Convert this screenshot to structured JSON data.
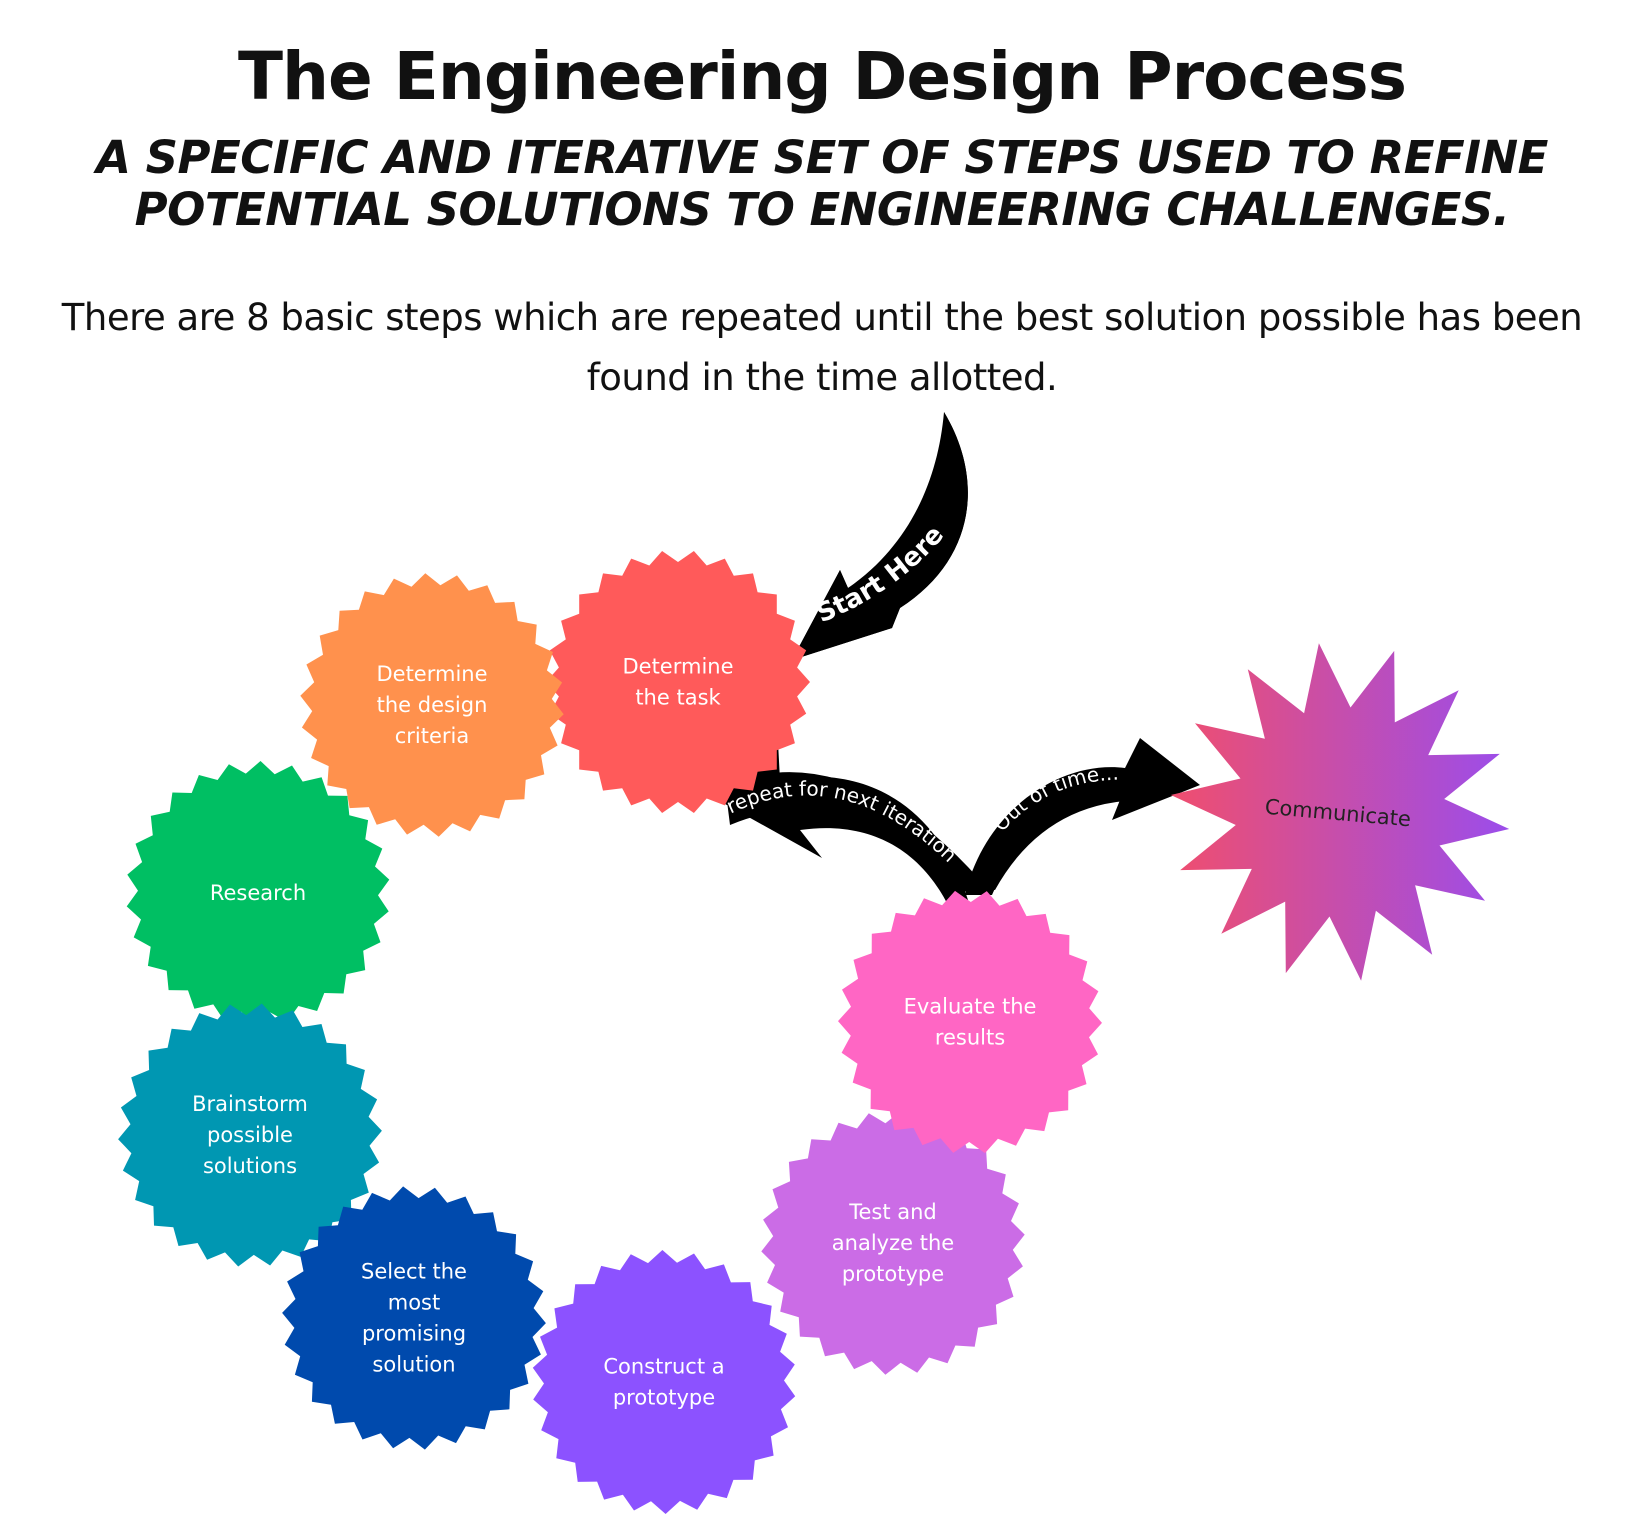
{
  "title": "The Engineering Design Process",
  "subtitle": {
    "line1": "A SPECIFIC AND ITERATIVE SET OF STEPS USED TO REFINE",
    "line2": "POTENTIAL SOLUTIONS TO ENGINEERING CHALLENGES."
  },
  "intro": {
    "line1": "There are 8 basic steps which are repeated until the best solution possible has been",
    "line2": "found in the time allotted."
  },
  "steps": [
    {
      "id": "task",
      "lines": [
        "Determine",
        "the task"
      ],
      "color": "#FF5A5A"
    },
    {
      "id": "criteria",
      "lines": [
        "Determine",
        "the design",
        "criteria"
      ],
      "color": "#FF914D"
    },
    {
      "id": "research",
      "lines": [
        "Research"
      ],
      "color": "#00BF63"
    },
    {
      "id": "brainstorm",
      "lines": [
        "Brainstorm",
        "possible",
        "solutions"
      ],
      "color": "#0097B2"
    },
    {
      "id": "select",
      "lines": [
        "Select the",
        "most",
        "promising",
        "solution"
      ],
      "color": "#004AAD"
    },
    {
      "id": "construct",
      "lines": [
        "Construct a",
        "prototype"
      ],
      "color": "#8C52FF"
    },
    {
      "id": "test",
      "lines": [
        "Test and",
        "analyze the",
        "prototype"
      ],
      "color": "#CB6CE6"
    },
    {
      "id": "evaluate",
      "lines": [
        "Evaluate the",
        "results"
      ],
      "color": "#FF66C4"
    }
  ],
  "communicate": {
    "label": "Communicate",
    "gradient_start": "#F04E6E",
    "gradient_end": "#9B4DEB"
  },
  "arrows": {
    "start_here": "Start Here",
    "repeat": "repeat for next iteration",
    "out_of_time": "Out of time..."
  }
}
